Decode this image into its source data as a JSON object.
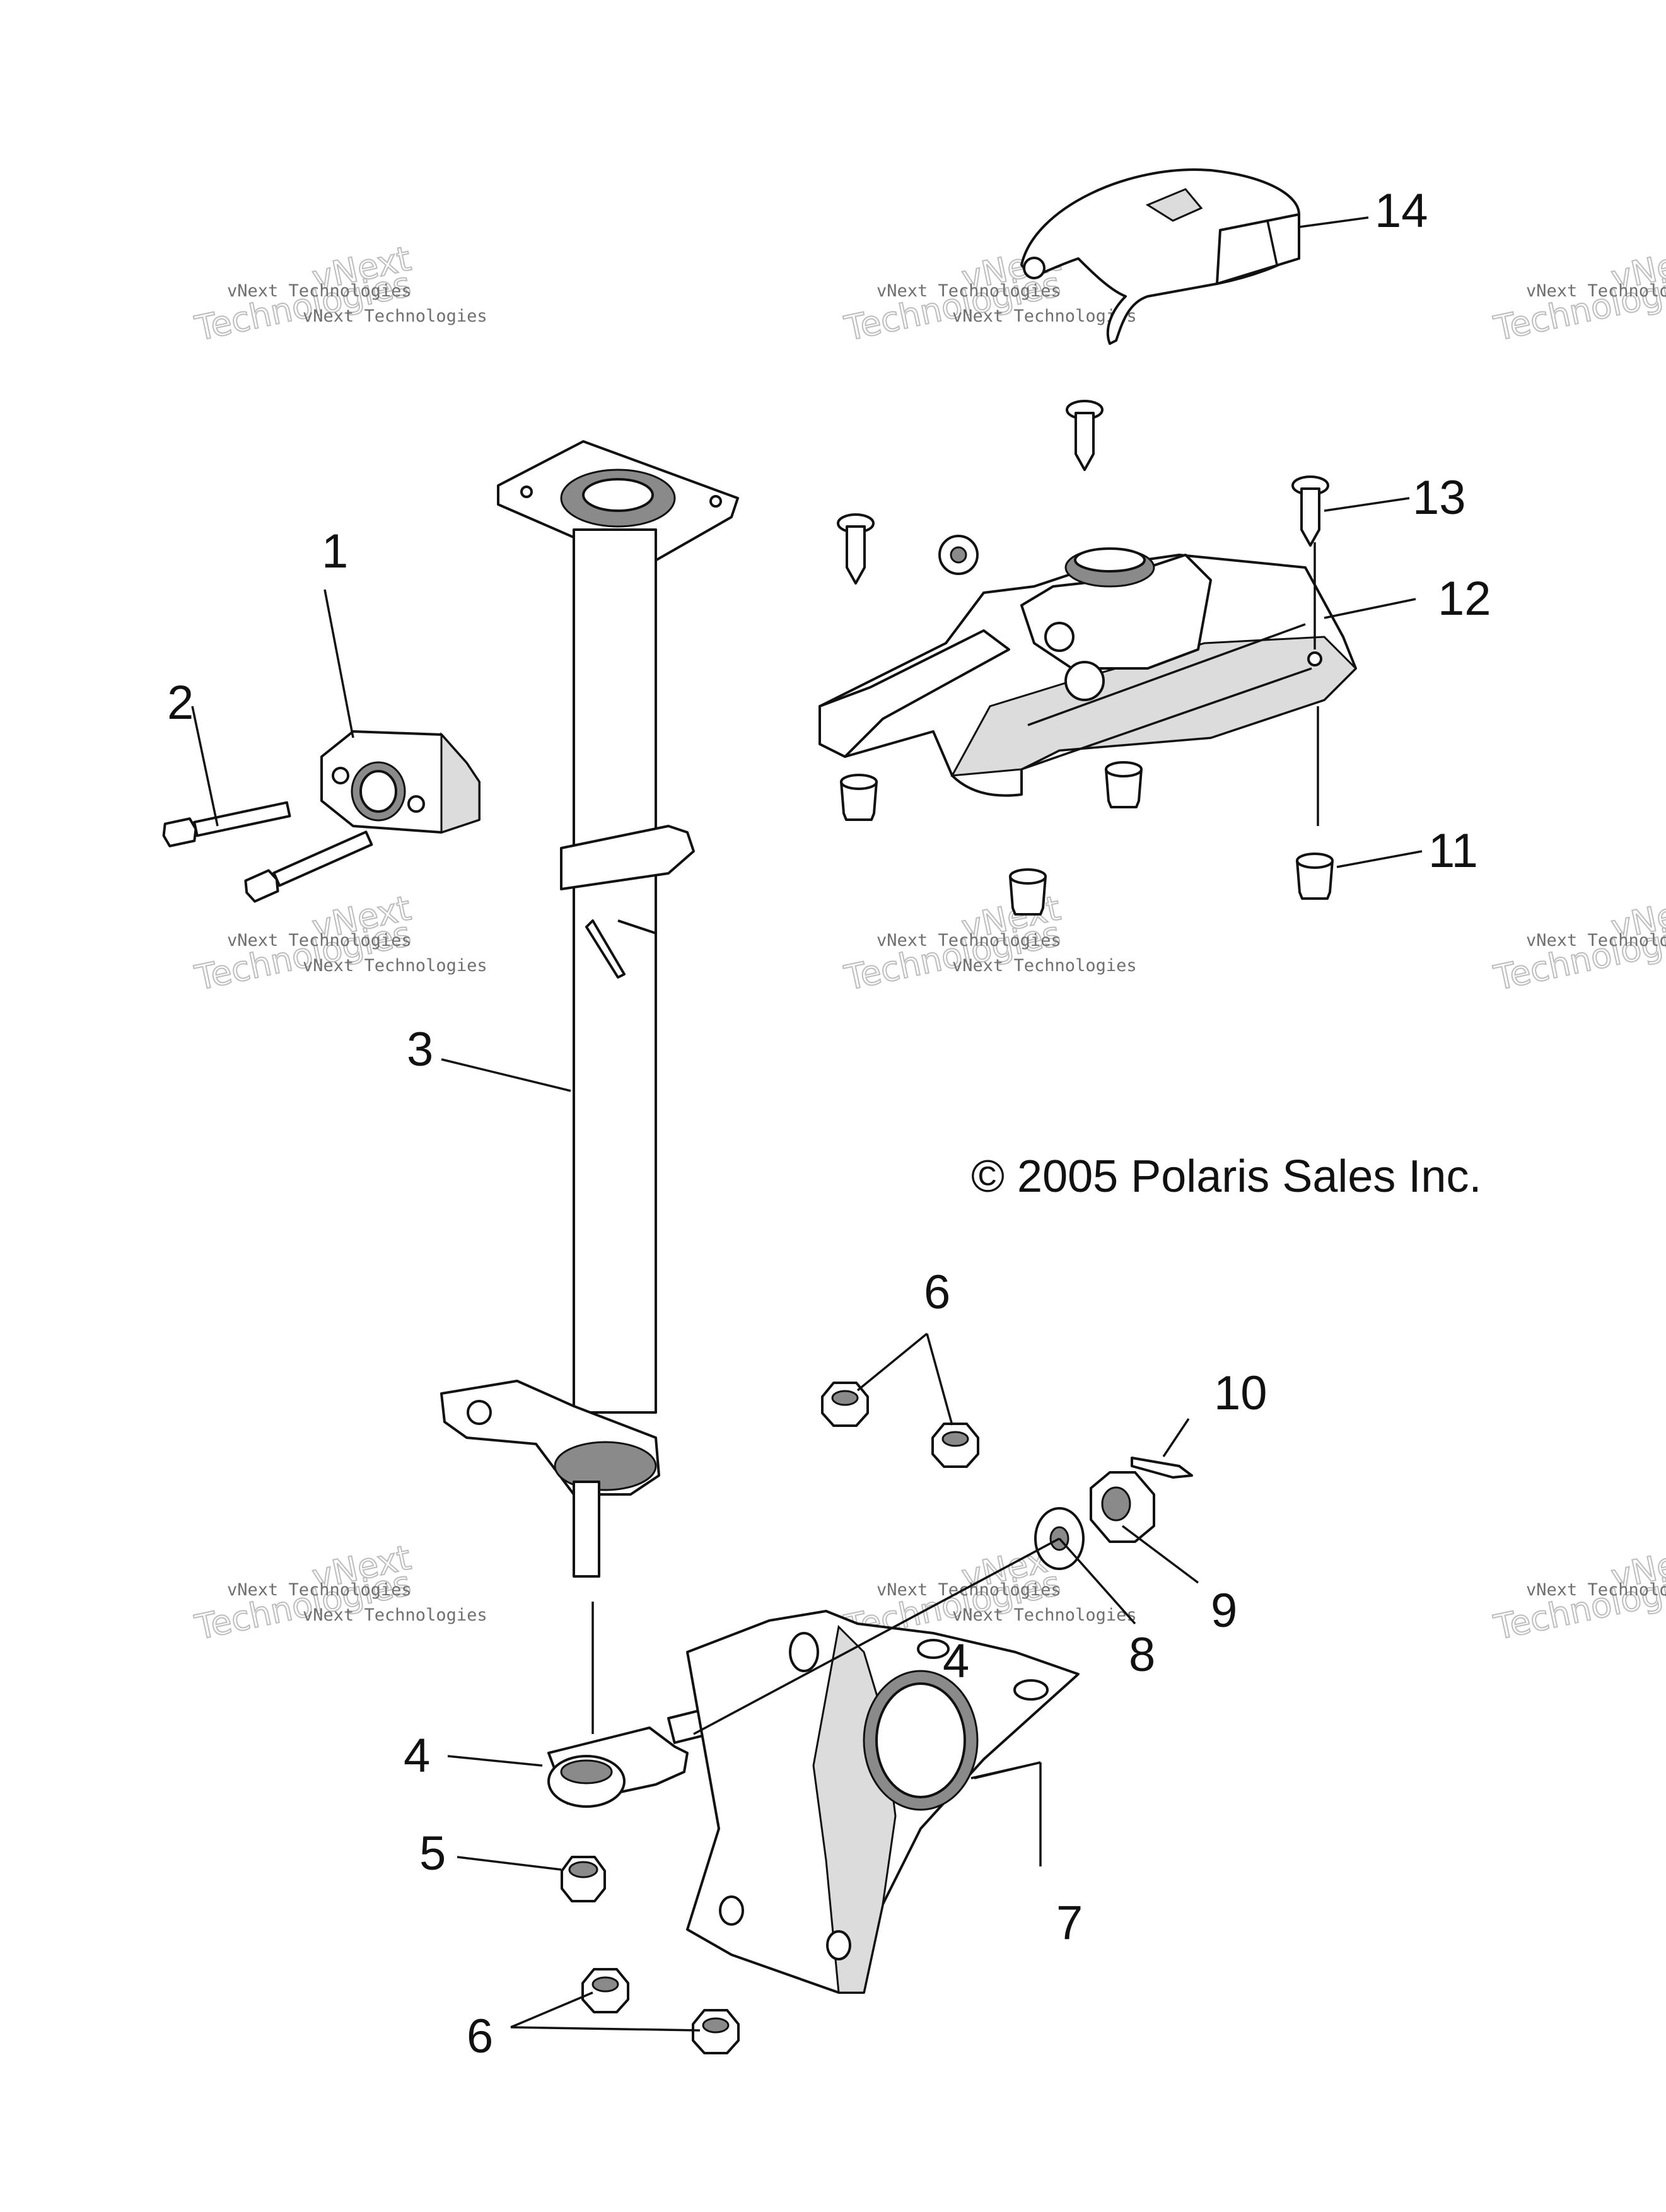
{
  "diagram": {
    "copyright": "© 2005 Polaris Sales Inc.",
    "watermark": {
      "small": "vNext Technologies",
      "big_line1": "vNext",
      "big_line2": "Technologies"
    },
    "callouts": [
      {
        "id": "c1",
        "text": "1"
      },
      {
        "id": "c2",
        "text": "2"
      },
      {
        "id": "c3",
        "text": "3"
      },
      {
        "id": "c4a",
        "text": "4"
      },
      {
        "id": "c4b",
        "text": "4"
      },
      {
        "id": "c5",
        "text": "5"
      },
      {
        "id": "c6a",
        "text": "6"
      },
      {
        "id": "c6b",
        "text": "6"
      },
      {
        "id": "c7",
        "text": "7"
      },
      {
        "id": "c8",
        "text": "8"
      },
      {
        "id": "c9",
        "text": "9"
      },
      {
        "id": "c10",
        "text": "10"
      },
      {
        "id": "c11",
        "text": "11"
      },
      {
        "id": "c12",
        "text": "12"
      },
      {
        "id": "c13",
        "text": "13"
      },
      {
        "id": "c14",
        "text": "14"
      }
    ]
  }
}
